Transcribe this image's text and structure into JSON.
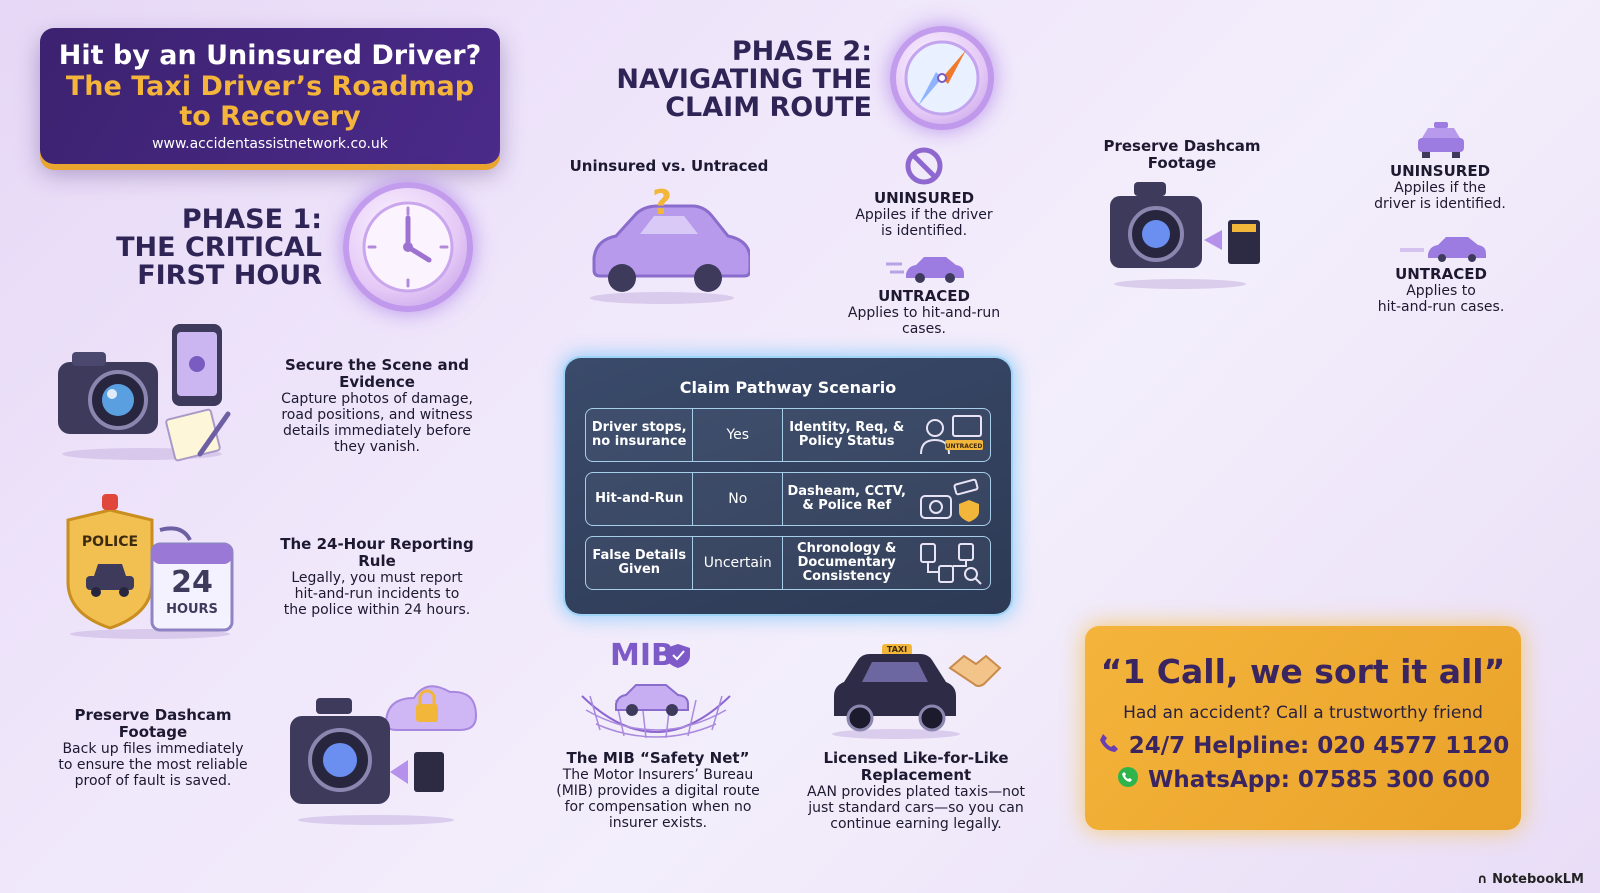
{
  "title": {
    "line1": "Hit by an Uninsured Driver?",
    "line2": "The Taxi Driver’s Roadmap to Recovery",
    "url": "www.accidentassistnetwork.co.uk"
  },
  "phase1": {
    "heading": [
      "PHASE 1:",
      "THE CRITICAL",
      "FIRST HOUR"
    ],
    "steps": [
      {
        "title": "Secure the Scene and Evidence",
        "text": [
          "Capture photos of damage,",
          "road positions, and witness",
          "details immediately before",
          "they vanish."
        ]
      },
      {
        "title": "The 24-Hour Reporting Rule",
        "text": [
          "Legally, you must report",
          "hit-and-run incidents to",
          "the police within 24 hours."
        ]
      },
      {
        "title": "Preserve Dashcam Footage",
        "text": [
          "Back up files immediately",
          "to ensure the most reliable",
          "proof of fault is saved."
        ]
      }
    ],
    "badge_police": "POLICE",
    "badge_24": "24",
    "badge_hours": "HOURS"
  },
  "phase2": {
    "heading": [
      "PHASE 2:",
      "NAVIGATING THE",
      "CLAIM ROUTE"
    ],
    "uvu_title": "Uninsured vs. Untraced",
    "uninsured": {
      "title": "UNINSURED",
      "text": [
        "Appiles if the driver",
        "is identified."
      ]
    },
    "untraced": {
      "title": "UNTRACED",
      "text": [
        "Applies to hit-and-run",
        "cases."
      ]
    },
    "dashcam_title": [
      "Preserve Dashcam",
      "Footage"
    ],
    "side_uninsured": {
      "title": "UNINSURED",
      "text": [
        "Appiles if the",
        "driver is identified."
      ]
    },
    "side_untraced": {
      "title": "UNTRACED",
      "text": [
        "Applies to",
        "hit-and-run cases."
      ]
    }
  },
  "table": {
    "title": "Claim Pathway Scenario",
    "rows": [
      {
        "scenario": "Driver stops, no insurance",
        "identified": "Yes",
        "evidence": "Identity, Req, & Policy Status",
        "tag": "UNTRACED"
      },
      {
        "scenario": "Hit-and-Run",
        "identified": "No",
        "evidence": "Dasheam, CCTV, & Police Ref"
      },
      {
        "scenario": "False Details Given",
        "identified": "Uncertain",
        "evidence": "Chronology & Documentary Consistency"
      }
    ]
  },
  "mib": {
    "logo": "MIB",
    "title": "The MIB “Safety Net”",
    "text": [
      "The Motor Insurers’ Bureau",
      "(MIB) provides a digital route",
      "for compensation when no",
      "insurer exists."
    ]
  },
  "replacement": {
    "taxi_sign": "TAXI",
    "title": [
      "Licensed Like-for-Like",
      "Replacement"
    ],
    "text": [
      "AAN provides plated taxis—not",
      "just standard cars—so you can",
      "continue earning legally."
    ]
  },
  "cta": {
    "quote": "“1 Call, we sort it all”",
    "sub": "Had an accident? Call a trustworthy friend",
    "helpline": "24/7 Helpline: 020 4577 1120",
    "whatsapp": "WhatsApp: 07585 300 600"
  },
  "brand": "NotebookLM",
  "colors": {
    "purple_dark": "#3c2270",
    "gold": "#f5b53a",
    "navy_text": "#2f2456",
    "table_glow": "#9fd4f7"
  }
}
